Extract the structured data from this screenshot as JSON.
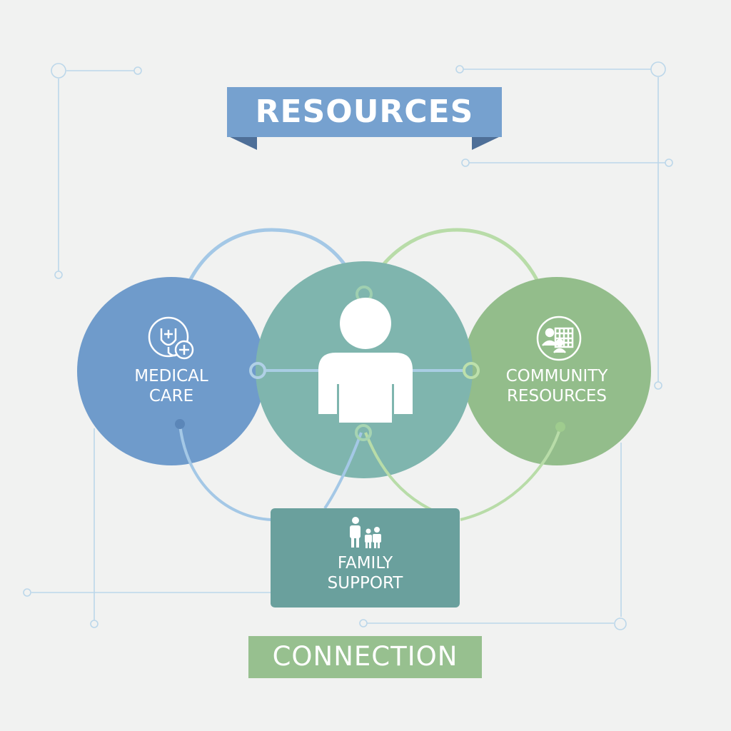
{
  "title": "RESOURCES",
  "subtitle": "CONNECTION",
  "nodes": {
    "medical": {
      "line1": "MEDICAL",
      "line2": "CARE",
      "icon": "stethoscope-icon"
    },
    "center": {
      "icon": "person-icon"
    },
    "community": {
      "line1": "COMMUNITY",
      "line2": "RESOURCES",
      "icon": "community-board-icon"
    },
    "family": {
      "line1": "FAMILY",
      "line2": "SUPPORT",
      "icon": "family-icon"
    }
  },
  "colors": {
    "blue": "#6f9bcb",
    "teal": "#7fb5ae",
    "green": "#93bd8b",
    "box": "#6aa09d",
    "banner_blue": "#76a1cf",
    "banner_green": "#97c08f",
    "line_blue": "#9ec4e3",
    "line_green": "#b5dba4"
  }
}
